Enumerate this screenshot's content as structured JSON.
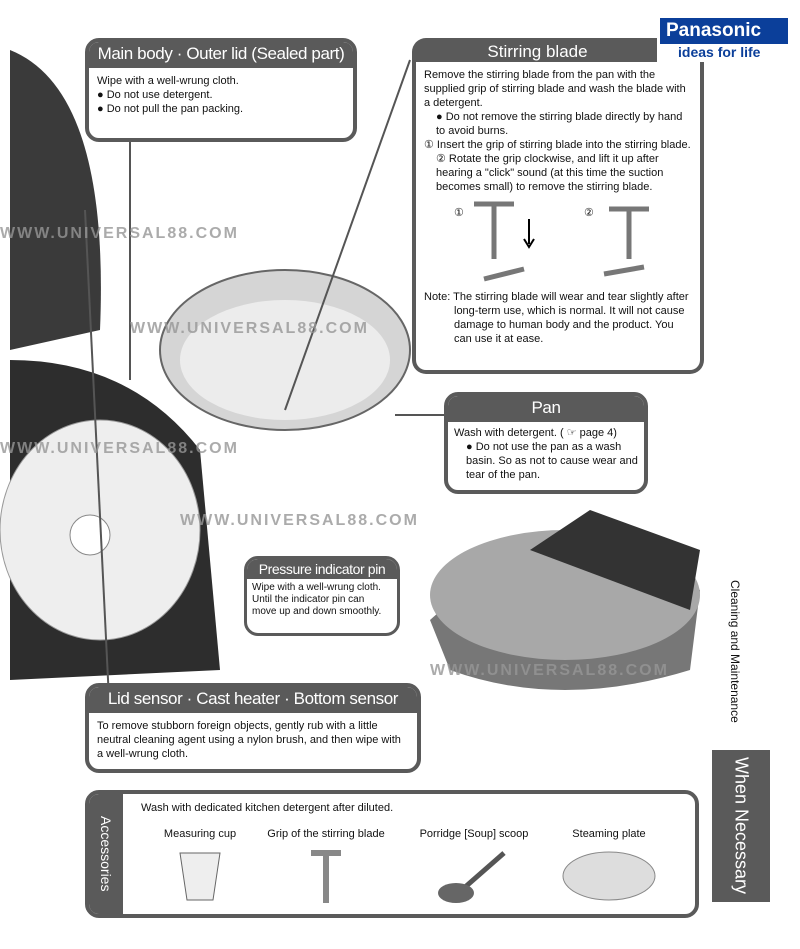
{
  "brand": {
    "name": "Panasonic",
    "tagline": "ideas for life"
  },
  "watermark": "WWW.UNIVERSAL88.COM",
  "main_body": {
    "title": "Main body · Outer lid (Sealed part)",
    "lines": [
      "Wipe with a well-wrung cloth.",
      "● Do not use detergent.",
      "● Do not pull the pan packing."
    ]
  },
  "stirring_blade": {
    "title": "Stirring blade",
    "intro": "Remove the stirring blade from the pan with the supplied grip of stirring blade and wash the blade with a detergent.",
    "bullet": "● Do not remove the stirring blade directly by hand to avoid burns.",
    "step1": "① Insert the grip of stirring blade into the stirring blade.",
    "step2": "② Rotate the grip clockwise, and lift it up after hearing a \"click\" sound (at this time the suction becomes small) to remove the stirring blade.",
    "fig1": "①",
    "fig2": "②",
    "note": "Note: The stirring blade will wear and tear slightly after long-term use, which is normal. It will not cause damage to human body and the product. You can use it at ease."
  },
  "pan": {
    "title": "Pan",
    "line1": "Wash with detergent. ( ☞ page 4)",
    "bullet": "● Do not use the pan as a wash basin. So as not to cause wear and tear of the pan."
  },
  "pressure_pin": {
    "title": "Pressure indicator pin",
    "lines": [
      "Wipe with a well-wrung cloth.",
      "Until the indicator pin can",
      "move up and down smoothly."
    ]
  },
  "lid_sensor": {
    "title": "Lid sensor · Cast heater · Bottom sensor",
    "text": "To remove stubborn foreign objects, gently rub with a little neutral cleaning agent using a nylon brush, and then wipe with a well-wrung cloth."
  },
  "side": {
    "section": "Cleaning and Maintenance",
    "tab": "When Necessary"
  },
  "accessories": {
    "label": "Accessories",
    "intro": "Wash with dedicated kitchen detergent after diluted.",
    "items": [
      "Measuring cup",
      "Grip of the stirring blade",
      "Porridge [Soup] scoop",
      "Steaming plate"
    ]
  }
}
